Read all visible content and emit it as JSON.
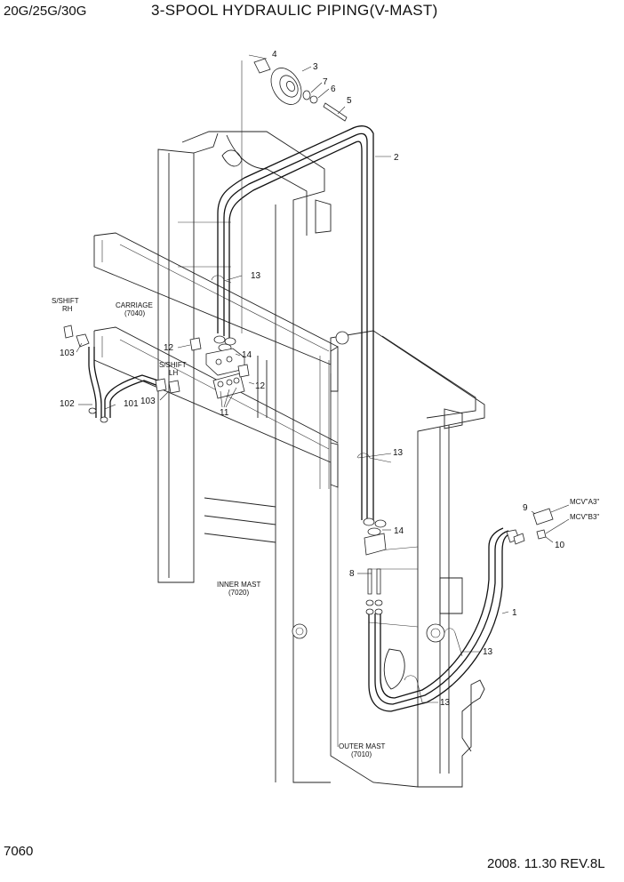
{
  "header": {
    "model": "20G/25G/30G",
    "title": "3-SPOOL HYDRAULIC PIPING(V-MAST)"
  },
  "footer": {
    "page": "7060",
    "date_rev": "2008. 11.30  REV.8L"
  },
  "labels": {
    "sshift_rh_1": "S/SHIFT",
    "sshift_rh_2": "RH",
    "sshift_lh_1": "S/SHIFT",
    "sshift_lh_2": "LH",
    "carriage_1": "CARRIAGE",
    "carriage_2": "(7040)",
    "inner_mast_1": "INNER MAST",
    "inner_mast_2": "(7020)",
    "outer_mast_1": "OUTER MAST",
    "outer_mast_2": "(7010)",
    "mcv_a3": "MCV\"A3\"",
    "mcv_b3": "MCV\"B3\""
  },
  "callouts": {
    "c1": "1",
    "c2": "2",
    "c3": "3",
    "c4": "4",
    "c5": "5",
    "c6": "6",
    "c7": "7",
    "c8": "8",
    "c9": "9",
    "c10": "10",
    "c11": "11",
    "c12a": "12",
    "c12b": "12",
    "c13a": "13",
    "c13b": "13",
    "c13c": "13",
    "c13d": "13",
    "c14a": "14",
    "c14b": "14",
    "c101": "101",
    "c102": "102",
    "c103a": "103",
    "c103b": "103"
  }
}
